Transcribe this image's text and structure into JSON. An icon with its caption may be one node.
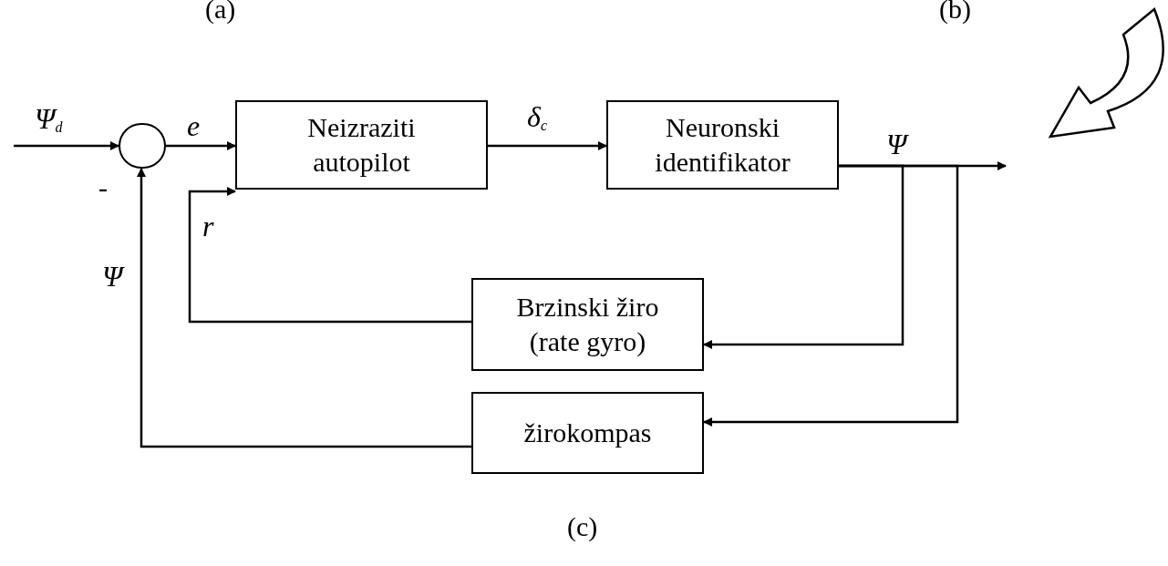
{
  "diagram": {
    "caption": "(c)",
    "nodes": [
      {
        "text": [],
        "shape": "circle"
      },
      {
        "text": [
          "Neizraziti autopilot"
        ]
      },
      {
        "text": [
          "Neuronski identifikator"
        ]
      },
      {
        "text": [
          "Brzinski žiro (rate gyro)"
        ]
      },
      {
        "text": [
          "žirokompas"
        ]
      }
    ],
    "edges": [
      {
        "from": null,
        "to": 0,
        "arrow": "to",
        "label": "Ψ$_{d}$"
      },
      {
        "from": 0,
        "to": 1,
        "arrow": "to",
        "label": "e"
      },
      {
        "from": 1,
        "to": 2,
        "arrow": "to",
        "label": "δ$_{c}$"
      },
      {
        "from": 2,
        "to": null,
        "arrow": "to",
        "label": "Ψ"
      },
      {
        "from": 2,
        "to": 3,
        "arrow": "to"
      },
      {
        "from": 2,
        "to": 4,
        "arrow": "to"
      },
      {
        "from": 3,
        "to": 1,
        "arrow": "to",
        "label": "r"
      },
      {
        "from": 4,
        "to": 0,
        "arrow": "to",
        "label": "Ψ"
      }
    ],
    "labels": [
      "(a)",
      "(b)",
      "-"
    ]
  }
}
